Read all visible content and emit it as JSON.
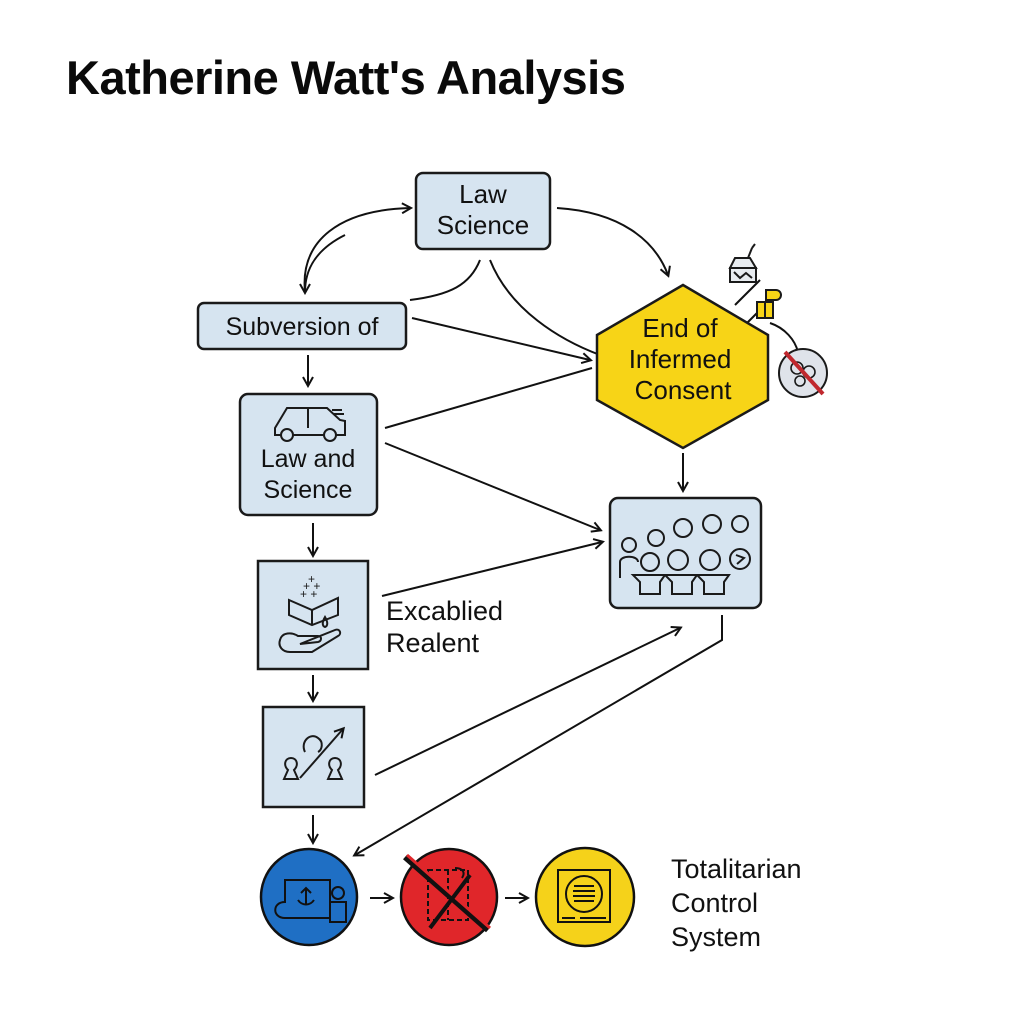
{
  "title": "Katherine Watt's Analysis",
  "colors": {
    "box_fill": "#d6e4f0",
    "box_stroke": "#1a1a1a",
    "hex_fill": "#f7d417",
    "blue": "#1f6fc4",
    "red": "#e0262a",
    "yellow": "#f5d21a"
  },
  "nodes": {
    "law_science_top": {
      "line1": "Law",
      "line2": "Science"
    },
    "subversion": {
      "label": "Subversion of"
    },
    "hexagon": {
      "line1": "End of",
      "line2": "Infermed",
      "line3": "Consent"
    },
    "law_and_science": {
      "line1": "Law and",
      "line2": "Science"
    },
    "excablied": {
      "line1": "Excablied",
      "line2": "Realent"
    },
    "totalitarian": {
      "line1": "Totalitarian",
      "line2": "Control",
      "line3": "System"
    }
  },
  "icons": {
    "car": "car-icon",
    "hand_book": "hand-book-icon",
    "people_arrow": "people-arrow-icon",
    "audience": "audience-icon",
    "cloud_person": "cloud-person-icon",
    "prohibited": "prohibited-icon",
    "document": "document-icon"
  }
}
